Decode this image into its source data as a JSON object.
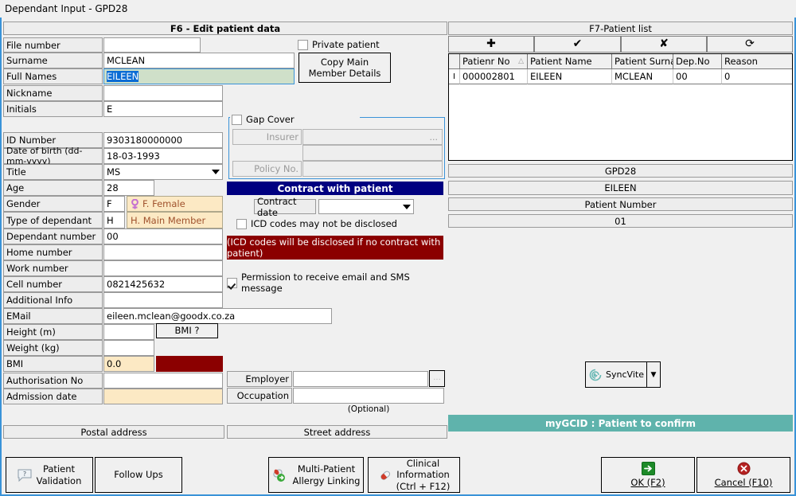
{
  "window": {
    "title": "Dependant Input - GPD28"
  },
  "left_panel": {
    "header": "F6 - Edit patient data",
    "private_patient": {
      "label": "Private patient",
      "checked": false
    },
    "copy_button": "Copy Main\nMember Details",
    "copy_button_line1": "Copy Main",
    "copy_button_line2": "Member Details",
    "fields": [
      {
        "label": "File number",
        "value": "",
        "style": "white"
      },
      {
        "label": "Surname",
        "value": "MCLEAN",
        "style": "white"
      },
      {
        "label": "Full Names",
        "value": "EILEEN",
        "style": "focus-selected"
      },
      {
        "label": "Nickname",
        "value": "",
        "style": "white"
      },
      {
        "label": "Initials",
        "value": "E",
        "style": "white"
      },
      {
        "label": "ID Number",
        "value": "9303180000000",
        "style": "white"
      },
      {
        "label": "Date of birth (dd-mm-yyyy)",
        "value": "18-03-1993",
        "style": "white"
      },
      {
        "label": "Title",
        "value": "MS",
        "style": "combo"
      },
      {
        "label": "Age",
        "value": "28",
        "style": "white-short"
      },
      {
        "label": "Gender",
        "value": "F",
        "aux": "F. Female",
        "style": "code-aux"
      },
      {
        "label": "Type of dependant",
        "value": "H",
        "aux": "H. Main Member",
        "style": "code-aux"
      },
      {
        "label": "Dependant number",
        "value": "00",
        "style": "white"
      },
      {
        "label": "Home number",
        "value": "",
        "style": "white"
      },
      {
        "label": "Work number",
        "value": "",
        "style": "white"
      },
      {
        "label": "Cell number",
        "value": "0821425632",
        "style": "white"
      },
      {
        "label": "Additional Info",
        "value": "",
        "style": "white"
      },
      {
        "label": "EMail",
        "value": "eileen.mclean@goodx.co.za",
        "style": "white-wide"
      },
      {
        "label": "Height (m)",
        "value": "",
        "style": "white-short"
      },
      {
        "label": "Weight (kg)",
        "value": "",
        "style": "white-short"
      },
      {
        "label": "BMI",
        "value": "0.0",
        "style": "peach-short"
      },
      {
        "label": "Authorisation No",
        "value": "",
        "style": "white"
      },
      {
        "label": "Admission date",
        "value": "",
        "style": "peach"
      }
    ],
    "bmi_button": "BMI ?",
    "employer": {
      "label": "Employer",
      "value": ""
    },
    "occupation": {
      "label": "Occupation",
      "value": ""
    },
    "optional_note": "(Optional)",
    "postal_address_header": "Postal address",
    "street_address_header": "Street address"
  },
  "gap_cover": {
    "title": "Gap Cover",
    "checked": false,
    "insurer_label": "Insurer",
    "insurer_value": "",
    "insurer_browse": "...",
    "insurer_extra_value": "",
    "policy_label": "Policy No.",
    "policy_value": ""
  },
  "contract": {
    "header": "Contract with patient",
    "date_label": "Contract date",
    "date_value": "",
    "icd_checkbox": {
      "label": "ICD codes may not be disclosed",
      "checked": false
    },
    "warning": "(ICD codes will be disclosed if no contract with patient)",
    "permission": {
      "label": "Permission to receive email and SMS message",
      "checked": true
    }
  },
  "right_panel": {
    "header": "F7-Patient list",
    "toolbar": [
      {
        "name": "add",
        "glyph": "✚"
      },
      {
        "name": "confirm",
        "glyph": "✔"
      },
      {
        "name": "delete",
        "glyph": "✘"
      },
      {
        "name": "refresh",
        "glyph": "⟳"
      }
    ],
    "grid": {
      "columns": [
        "",
        "Patienr No",
        "Patient Name",
        "Patient Surnam",
        "Dep.No",
        "Reason"
      ],
      "sort_column": "Patienr No",
      "sort_glyph": "△",
      "rows": [
        {
          "marker": "I",
          "patient_no": "000002801",
          "name": "EILEEN",
          "surname": "MCLEAN",
          "dep_no": "00",
          "reason": "0"
        }
      ]
    },
    "info_bars": [
      "GPD28",
      "EILEEN",
      "Patient Number",
      "01"
    ],
    "syncvite": {
      "label": "SyncVite",
      "dropdown_glyph": "▼"
    },
    "status": "myGCID : Patient to confirm"
  },
  "footer": {
    "buttons": [
      {
        "name": "patient-validation",
        "line1": "Patient",
        "line2": "Validation",
        "icon": "speech-question-icon"
      },
      {
        "name": "follow-ups",
        "line1": "Follow Ups",
        "line2": "",
        "icon": ""
      },
      {
        "name": "multi-patient-allergy-linking",
        "line1": "Multi-Patient",
        "line2": "Allergy Linking",
        "icon": "allergy-pill-icon"
      },
      {
        "name": "clinical-information",
        "line1": "Clinical",
        "line2": "Information",
        "line3": "(Ctrl + F12)",
        "icon": "capsule-icon"
      },
      {
        "name": "ok",
        "line1": "OK (F2)",
        "line2": "",
        "icon": "green-arrow-icon"
      },
      {
        "name": "cancel",
        "line1": "Cancel (F10)",
        "line2": "",
        "icon": "red-x-icon"
      }
    ],
    "ok_label": "OK (F2)",
    "cancel_label": "Cancel (F10)"
  },
  "colors": {
    "accent_blue": "#3a93d8",
    "navy": "#000080",
    "dark_red": "#8b0000",
    "teal": "#5fb3ac",
    "peach": "#fce9c4",
    "focus_green": "#cfe0c9",
    "selection_blue": "#0a6cd4"
  }
}
